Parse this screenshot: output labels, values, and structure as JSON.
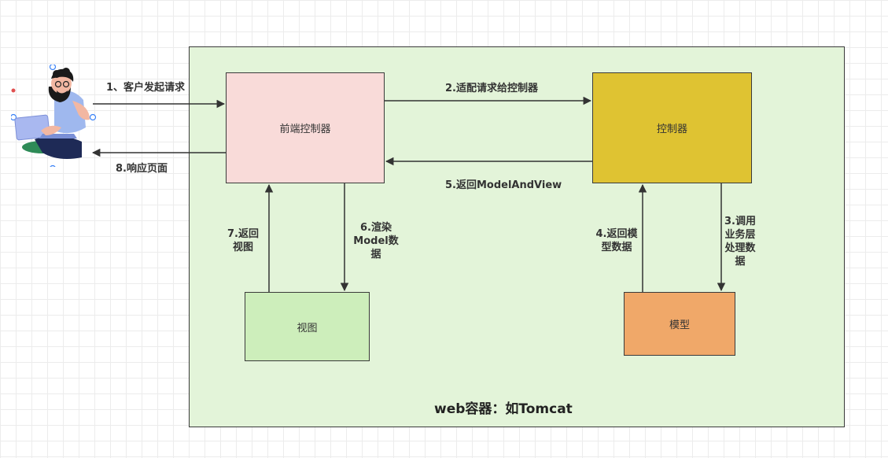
{
  "boxes": {
    "front_controller": "前端控制器",
    "controller": "控制器",
    "view": "视图",
    "model": "模型"
  },
  "arrows": {
    "a1": "1、客户发起请求",
    "a2": "2.适配请求给控制器",
    "a3": "3.调用\n业务层\n处理数\n据",
    "a4": "4.返回模\n型数据",
    "a5": "5.返回ModelAndView",
    "a6": "6.渲染\nModel数\n据",
    "a7": "7.返回\n视图",
    "a8": "8.响应页面"
  },
  "container_label": "web容器：如Tomcat",
  "colors": {
    "container": "#e3f4d9",
    "front_controller": "#f9dbd9",
    "controller": "#dfc332",
    "view": "#cdeebb",
    "model": "#f0a869"
  },
  "icons": [
    "person-with-laptop-icon"
  ]
}
